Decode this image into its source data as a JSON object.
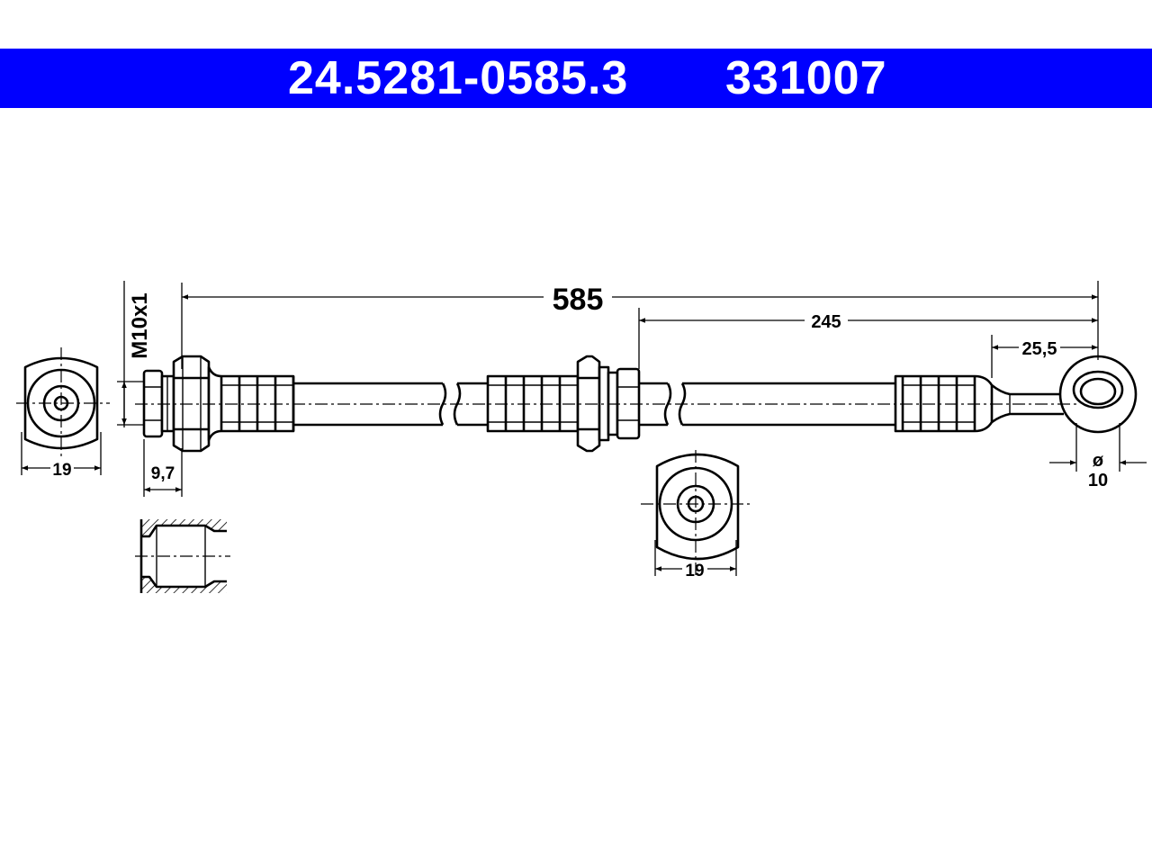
{
  "header": {
    "part_number": "24.5281-0585.3",
    "reference_number": "331007"
  },
  "colors": {
    "header_background": "#0000ff",
    "header_text": "#ffffff",
    "line": "#000000"
  },
  "dimensions": {
    "overall_length": "585",
    "middle_to_end": "245",
    "banjo_offset": "25,5",
    "thread": "M10x1",
    "left_flange_width": "19",
    "nut_width": "9,7",
    "middle_flange_width": "19",
    "eye_diameter_symbol": "ø",
    "eye_diameter": "10"
  }
}
